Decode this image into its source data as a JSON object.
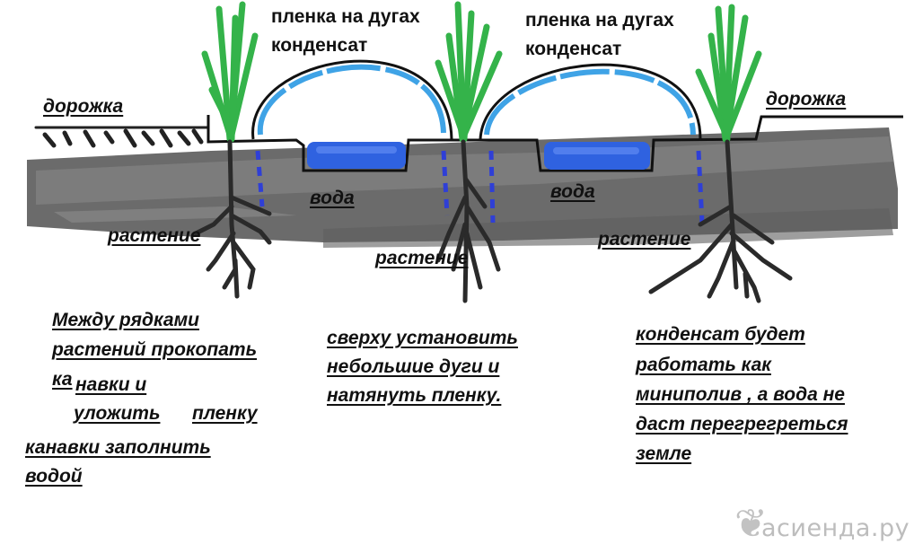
{
  "diagram": {
    "film_top_left": "пленка на дугах",
    "condensate_left": "конденсат",
    "film_top_right": "пленка на дугах",
    "condensate_right": "конденсат",
    "path_left": "дорожка",
    "path_right": "дорожка",
    "water_left": "вода",
    "water_right": "вода",
    "plant_left": "растение",
    "plant_middle": "растение",
    "plant_right": "растение"
  },
  "notes": {
    "left_line1": "Между рядками",
    "left_line2": "растений прокопать",
    "left_line3a": "ка",
    "left_line3b": "навки и",
    "left_line4a": "уложить",
    "left_line4b": "пленку",
    "left_line5": "канавки заполнить",
    "left_line6": "водой",
    "middle_line1": "сверху установить",
    "middle_line2": "небольшие дуги и",
    "middle_line3": "натянуть пленку.",
    "right_line1": "конденсат будет",
    "right_line2": "работать как",
    "right_line3": "миниполив , а вода не",
    "right_line4": "даст перегрегреться",
    "right_line5": "земле"
  },
  "watermark": "асиенда.ру",
  "colors": {
    "soil": "#6e6e6e",
    "plant": "#34b34a",
    "water": "#2f62e0",
    "condensate": "#3fa3e6",
    "root": "#2a2a2a"
  }
}
